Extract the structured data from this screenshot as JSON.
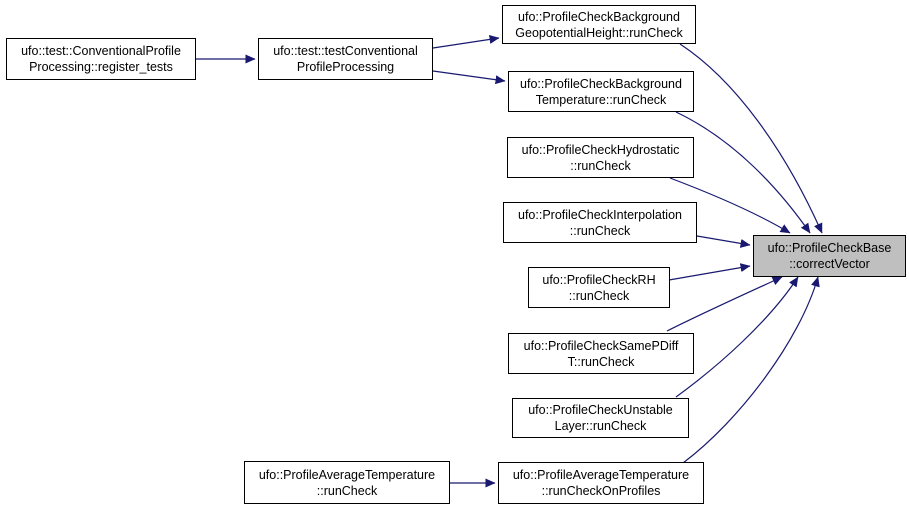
{
  "colors": {
    "edge": "#191970",
    "focus_fill": "#bfbfbf",
    "node_border": "#000000"
  },
  "nodes": {
    "register_tests": [
      "ufo::test::ConventionalProfile",
      "Processing::register_tests"
    ],
    "testConventional": [
      "ufo::test::testConventional",
      "ProfileProcessing"
    ],
    "geopotential": [
      "ufo::ProfileCheckBackground",
      "GeopotentialHeight::runCheck"
    ],
    "bgTemperature": [
      "ufo::ProfileCheckBackground",
      "Temperature::runCheck"
    ],
    "hydrostatic": [
      "ufo::ProfileCheckHydrostatic",
      "::runCheck"
    ],
    "interpolation": [
      "ufo::ProfileCheckInterpolation",
      "::runCheck"
    ],
    "rh": [
      "ufo::ProfileCheckRH",
      "::runCheck"
    ],
    "samePDiff": [
      "ufo::ProfileCheckSamePDiff",
      "T::runCheck"
    ],
    "unstable": [
      "ufo::ProfileCheckUnstable",
      "Layer::runCheck"
    ],
    "avgTempRunCheck": [
      "ufo::ProfileAverageTemperature",
      "::runCheck"
    ],
    "avgTempOnProfiles": [
      "ufo::ProfileAverageTemperature",
      "::runCheckOnProfiles"
    ],
    "correctVector": [
      "ufo::ProfileCheckBase",
      "::correctVector"
    ]
  },
  "edges": [
    [
      "register_tests",
      "testConventional"
    ],
    [
      "testConventional",
      "geopotential"
    ],
    [
      "testConventional",
      "bgTemperature"
    ],
    [
      "avgTempRunCheck",
      "avgTempOnProfiles"
    ],
    [
      "geopotential",
      "correctVector"
    ],
    [
      "bgTemperature",
      "correctVector"
    ],
    [
      "hydrostatic",
      "correctVector"
    ],
    [
      "interpolation",
      "correctVector"
    ],
    [
      "rh",
      "correctVector"
    ],
    [
      "samePDiff",
      "correctVector"
    ],
    [
      "unstable",
      "correctVector"
    ],
    [
      "avgTempOnProfiles",
      "correctVector"
    ]
  ]
}
